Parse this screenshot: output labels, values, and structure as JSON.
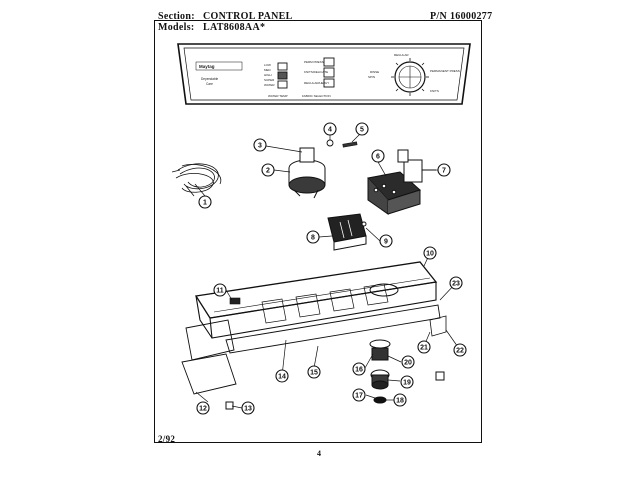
{
  "header": {
    "section_label": "Section:",
    "section_value": "CONTROL PANEL",
    "pn_label": "P/N",
    "pn_value": "16000277",
    "models_label": "Models:",
    "models_value": "LAT8608AA*"
  },
  "footer": {
    "date": "2/92",
    "page_number": "4"
  },
  "panel": {
    "brand": "Maytag",
    "badge_lines": [
      "Dependable",
      "Care"
    ],
    "left_labels": [
      "LOW",
      "MED",
      "HIGH",
      "SUPER",
      "WATER"
    ],
    "mid_labels": [
      "PERM PRESS",
      "KNITS/DELICATE",
      "REGULAR/HEAVY"
    ],
    "bottom_labels": [
      "WATER TEMP",
      "FABRIC SELECTION"
    ],
    "dial_labels": [
      "RINSE",
      "SPIN",
      "REGULAR",
      "PERMANENT PRESS",
      "KNITS"
    ]
  },
  "callouts": [
    "1",
    "2",
    "3",
    "4",
    "5",
    "6",
    "7",
    "8",
    "9",
    "10",
    "11",
    "12",
    "13",
    "14",
    "15",
    "16",
    "17",
    "18",
    "19",
    "20",
    "21",
    "22",
    "23"
  ]
}
